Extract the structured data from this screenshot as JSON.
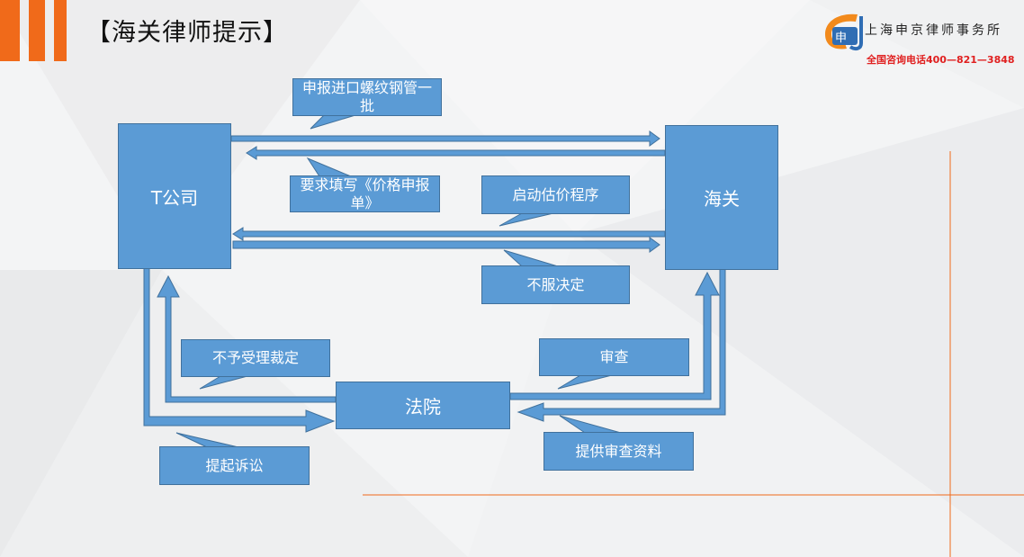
{
  "header": {
    "title": "【海关律师提示】",
    "firm_name": "上海申京律师事务所",
    "hotline": "全国咨询电话400—821—3848"
  },
  "colors": {
    "accent": "#f06a1a",
    "box_fill": "#5b9bd5",
    "box_border": "#41719c",
    "hotline": "#e02020"
  },
  "nodes": {
    "company": "T公司",
    "customs": "海关",
    "court": "法院"
  },
  "labels": {
    "declare_import": "申报进口螺纹钢管一批",
    "require_price_form": "要求填写《价格申报单》",
    "start_valuation": "启动估价程序",
    "disagree_decision": "不服决定",
    "reject_ruling": "不予受理裁定",
    "review": "审查",
    "file_lawsuit": "提起诉讼",
    "provide_review_materials": "提供审查资料"
  }
}
